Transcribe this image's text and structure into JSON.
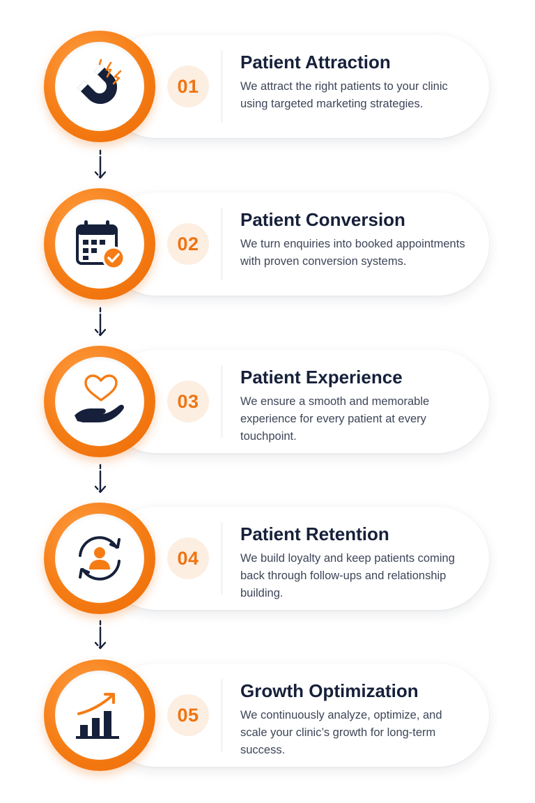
{
  "colors": {
    "accent": "#f57c14",
    "accent_light": "#fdeee2",
    "navy": "#16203a",
    "text": "#3d4558"
  },
  "steps": [
    {
      "number": "01",
      "icon": "magnet-icon",
      "title": "Patient Attraction",
      "description": "We attract the right patients to your clinic using targeted marketing strategies."
    },
    {
      "number": "02",
      "icon": "calendar-check-icon",
      "title": "Patient Conversion",
      "description": "We turn enquiries into booked appointments with proven conversion systems."
    },
    {
      "number": "03",
      "icon": "heart-hand-icon",
      "title": "Patient Experience",
      "description": "We ensure a smooth and memorable experience for every patient at every touchpoint."
    },
    {
      "number": "04",
      "icon": "retention-cycle-icon",
      "title": "Patient Retention",
      "description": "We build loyalty and keep patients coming back through follow-ups and relationship building."
    },
    {
      "number": "05",
      "icon": "growth-chart-icon",
      "title": "Growth Optimization",
      "description": "We continuously analyze, optimize, and scale your clinic’s growth for long-term success."
    }
  ]
}
